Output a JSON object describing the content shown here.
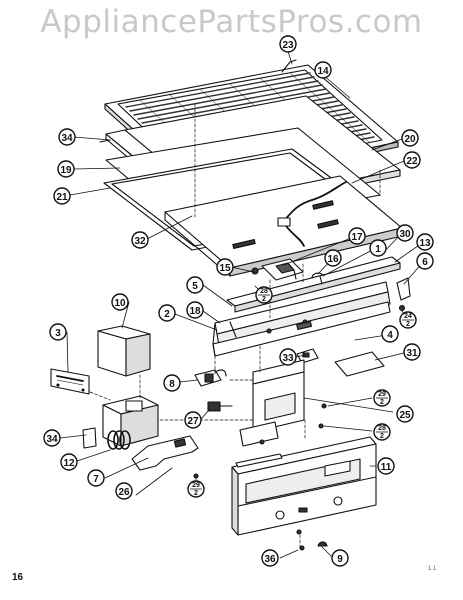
{
  "watermark": "AppliancePartsPros.com",
  "page_number": "16",
  "corner_mark": "1 1",
  "callouts": [
    {
      "id": "23",
      "label": "23"
    },
    {
      "id": "14",
      "label": "14"
    },
    {
      "id": "34a",
      "label": "34"
    },
    {
      "id": "20",
      "label": "20"
    },
    {
      "id": "19",
      "label": "19"
    },
    {
      "id": "22",
      "label": "22"
    },
    {
      "id": "21",
      "label": "21"
    },
    {
      "id": "32",
      "label": "32"
    },
    {
      "id": "17",
      "label": "17"
    },
    {
      "id": "30",
      "label": "30"
    },
    {
      "id": "13",
      "label": "13"
    },
    {
      "id": "1",
      "label": "1"
    },
    {
      "id": "16",
      "label": "16"
    },
    {
      "id": "15",
      "label": "15"
    },
    {
      "id": "6",
      "label": "6"
    },
    {
      "id": "10",
      "label": "10"
    },
    {
      "id": "5",
      "label": "5"
    },
    {
      "id": "2",
      "label": "2"
    },
    {
      "id": "18",
      "label": "18"
    },
    {
      "id": "3",
      "label": "3"
    },
    {
      "id": "4",
      "label": "4"
    },
    {
      "id": "31",
      "label": "31"
    },
    {
      "id": "33",
      "label": "33"
    },
    {
      "id": "8",
      "label": "8"
    },
    {
      "id": "27",
      "label": "27"
    },
    {
      "id": "25",
      "label": "25"
    },
    {
      "id": "34b",
      "label": "34"
    },
    {
      "id": "12",
      "label": "12"
    },
    {
      "id": "7",
      "label": "7"
    },
    {
      "id": "26",
      "label": "26"
    },
    {
      "id": "11",
      "label": "11"
    },
    {
      "id": "36",
      "label": "36"
    },
    {
      "id": "9",
      "label": "9"
    }
  ],
  "fraction_callouts": [
    {
      "id": "28a",
      "num": "28",
      "den": "2"
    },
    {
      "id": "24",
      "num": "24",
      "den": "2"
    },
    {
      "id": "29a",
      "num": "29",
      "den": "2"
    },
    {
      "id": "28b",
      "num": "28",
      "den": "2"
    },
    {
      "id": "29b",
      "num": "29",
      "den": "2"
    }
  ],
  "colors": {
    "ink": "#111111",
    "watermark": "#c9c9c9",
    "paper": "#ffffff"
  }
}
